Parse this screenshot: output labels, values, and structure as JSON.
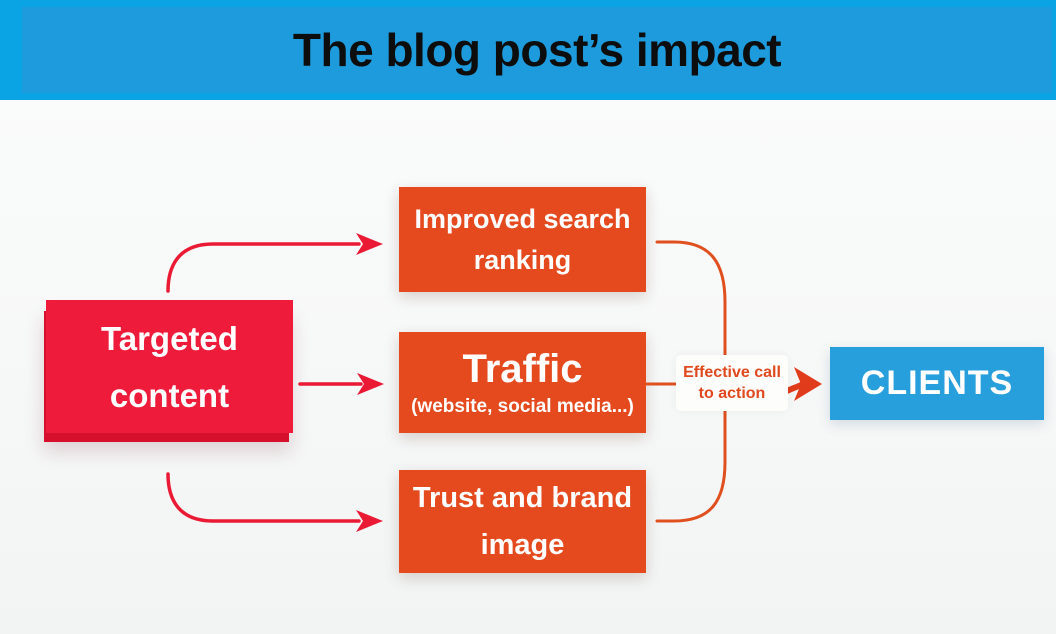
{
  "header": {
    "title": "The blog post’s impact",
    "band_color": "#0aa3e4",
    "panel_color": "#1d9bdd"
  },
  "diagram": {
    "source_box": {
      "label": "Targeted content",
      "color": "#ee1b3b"
    },
    "outcome_boxes": [
      {
        "label": "Improved search ranking",
        "color": "#e54a1e"
      },
      {
        "label": "Traffic",
        "sublabel": "(website, social media...)",
        "color": "#e54a1e"
      },
      {
        "label": "Trust and brand image",
        "color": "#e54a1e"
      }
    ],
    "cta_label": {
      "label": "Effective call to action",
      "color": "#e0481e"
    },
    "result_box": {
      "label": "CLIENTS",
      "color": "#279fdd"
    },
    "connectors": {
      "red_arrow_color": "#ea1934",
      "orange_line_color": "#e0501f"
    }
  }
}
